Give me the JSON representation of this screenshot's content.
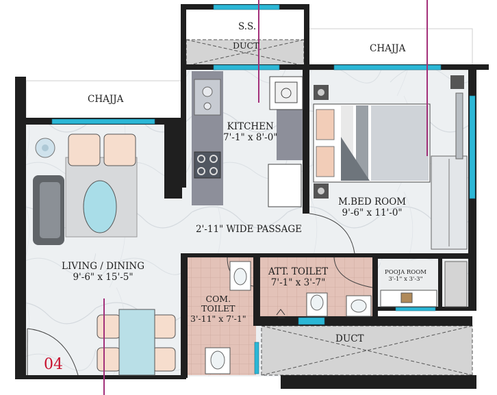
{
  "unit_number": "04",
  "rooms": {
    "ss": {
      "name": "S.S."
    },
    "duct_top": {
      "name": "DUCT"
    },
    "chajja_right": {
      "name": "CHAJJA"
    },
    "chajja_left": {
      "name": "CHAJJA"
    },
    "kitchen": {
      "name": "KITCHEN",
      "size": "7'-1\" x 8'-0\""
    },
    "bedroom": {
      "name": "M.BED ROOM",
      "size": "9'-6\" x 11'-0\""
    },
    "passage": {
      "name": "2'-11\" WIDE PASSAGE"
    },
    "living": {
      "name": "LIVING / DINING",
      "size": "9'-6\" x 15'-5\""
    },
    "com_toilet": {
      "name1": "COM.",
      "name2": "TOILET",
      "size": "3'-11\" x 7'-1\""
    },
    "att_toilet": {
      "name": "ATT. TOILET",
      "size": "7'-1\"  x 3'-7\""
    },
    "pooja": {
      "name": "POOJA ROOM",
      "size": "3'-1\" x 3'-3\""
    },
    "duct_bottom": {
      "name": "DUCT"
    }
  },
  "colors": {
    "wall": "#1f1f1f",
    "window": "#2bb7d6",
    "floor": "#eceff1",
    "toilet_floor": "#e4c4bb",
    "duct_fill": "#d4d4d4",
    "counter": "#8d8f9a",
    "unit_number": "#c8102e",
    "marker_line": "#a3307a"
  }
}
